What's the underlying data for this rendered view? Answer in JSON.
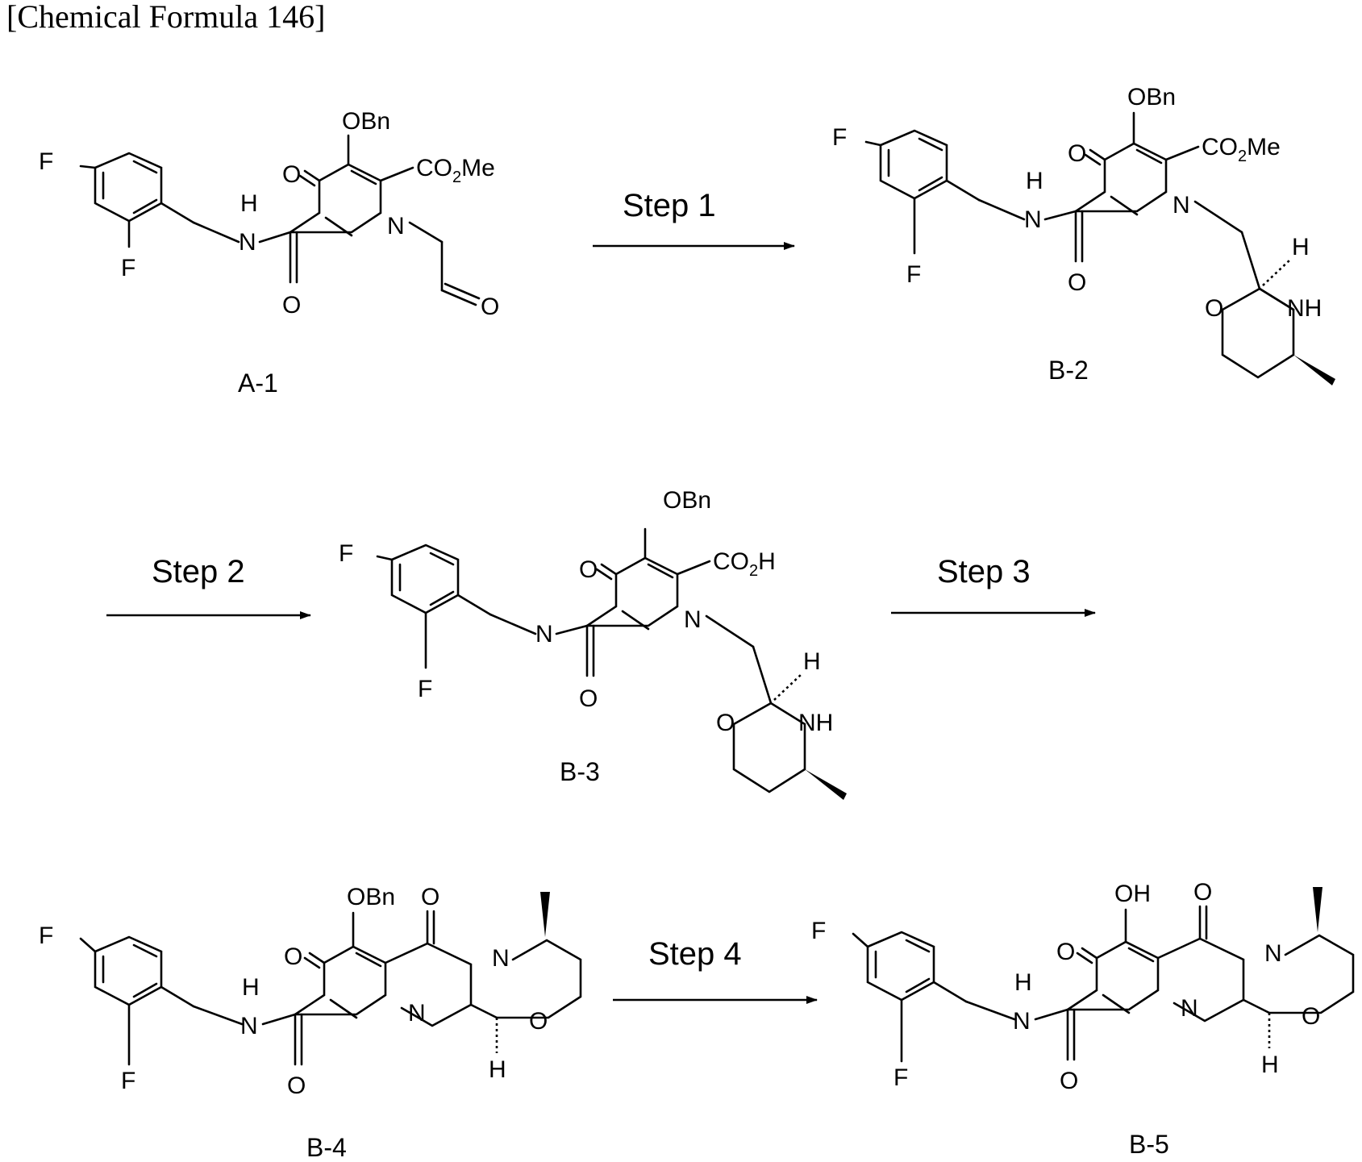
{
  "header": {
    "title": "[Chemical Formula 146]"
  },
  "compounds": [
    {
      "id": "A-1"
    },
    {
      "id": "B-2"
    },
    {
      "id": "B-3"
    },
    {
      "id": "B-4"
    },
    {
      "id": "B-5"
    }
  ],
  "steps": [
    {
      "label": "Step 1"
    },
    {
      "label": "Step 2"
    },
    {
      "label": "Step 3"
    },
    {
      "label": "Step 4"
    }
  ],
  "atoms": {
    "F": "F",
    "NH_H": "H",
    "NH_N": "N",
    "N": "N",
    "NH": "NH",
    "O": "O",
    "H": "H",
    "OBn": "OBn",
    "OH": "OH",
    "CO2Me_pre": "CO",
    "CO2Me_sub": "2",
    "CO2Me_post": "Me",
    "CO2H_pre": "CO",
    "CO2H_sub": "2",
    "CO2H_post": "H"
  }
}
